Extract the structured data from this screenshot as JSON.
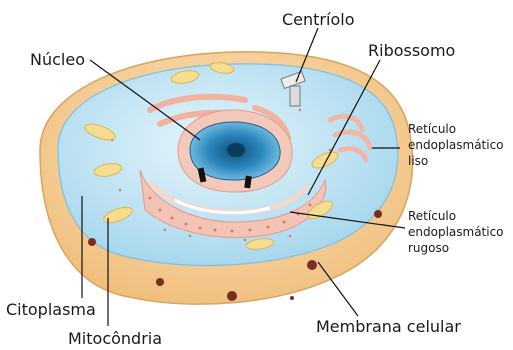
{
  "labels": {
    "centriolo": "Centríolo",
    "nucleo": "Núcleo",
    "ribossomo": "Ribossomo",
    "rel": [
      "Retículo",
      "endoplasmático",
      "liso"
    ],
    "rer": [
      "Retículo",
      "endoplasmático",
      "rugoso"
    ],
    "citoplasma": "Citoplasma",
    "mitocondria": "Mitocôndria",
    "membrana": "Membrana celular"
  },
  "colors": {
    "membrane": "#f5c98a",
    "cytoplasm": "#bfe3f3",
    "nucleus": "#2f86b8",
    "er": "#f1b7a8",
    "mitochondria": "#f7dd8f"
  }
}
